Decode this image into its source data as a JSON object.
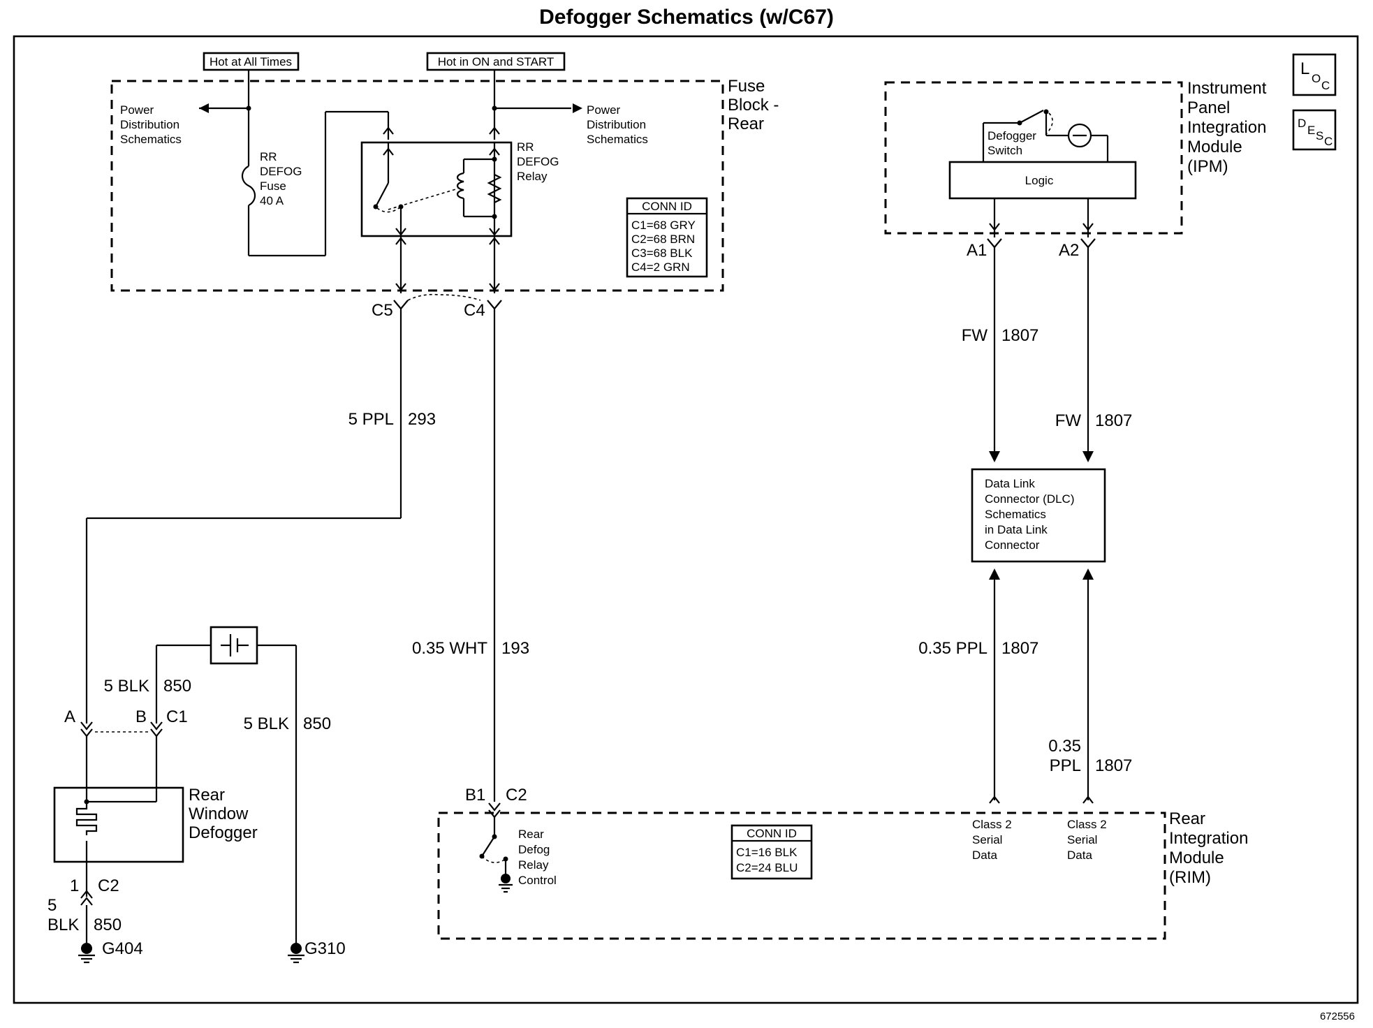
{
  "title": "Defogger Schematics (w/C67)",
  "figure_number": "672556",
  "icons": {
    "loc_main": "L",
    "loc_sub": "O",
    "loc_sub2": "C",
    "desc_main": "D",
    "desc_sub": "E",
    "desc_sub2": "S",
    "desc_sub3": "C"
  },
  "fuse_block": {
    "label_lines": [
      "Fuse",
      "Block -",
      "Rear"
    ],
    "hot_at_all_times": "Hot at All Times",
    "hot_in_on_start": "Hot in ON and START",
    "power_dist_left": [
      "Power",
      "Distribution",
      "Schematics"
    ],
    "power_dist_right": [
      "Power",
      "Distribution",
      "Schematics"
    ],
    "fuse_label": [
      "RR",
      "DEFOG",
      "Fuse",
      "40 A"
    ],
    "relay_label": [
      "RR",
      "DEFOG",
      "Relay"
    ],
    "conn_id_title": "CONN ID",
    "conn_id_rows": [
      "C1=68 GRY",
      "C2=68 BRN",
      "C3=68 BLK",
      "C4=2 GRN"
    ],
    "c5": "C5",
    "c4": "C4"
  },
  "ipm": {
    "label_lines": [
      "Instrument",
      "Panel",
      "Integration",
      "Module",
      "(IPM)"
    ],
    "switch_label": [
      "Defogger",
      "Switch"
    ],
    "logic_label": "Logic",
    "a1": "A1",
    "a2": "A2"
  },
  "wires": {
    "w293_color": "5 PPL",
    "w293_num": "293",
    "w193_color": "0.35 WHT",
    "w193_num": "193",
    "fw1_color": "FW",
    "fw1_num": "1807",
    "fw2_color": "FW",
    "fw2_num": "1807",
    "ppl1_color": "0.35 PPL",
    "ppl1_num": "1807",
    "ppl2_color_a": "0.35",
    "ppl2_color_b": "PPL",
    "ppl2_num": "1807",
    "blk850a_color": "5 BLK",
    "blk850a_num": "850",
    "blk850b_color": "5 BLK",
    "blk850b_num": "850",
    "blk850c_color_a": "5",
    "blk850c_color_b": "BLK",
    "blk850c_num": "850"
  },
  "dlc": {
    "label_lines": [
      "Data Link",
      "Connector (DLC)",
      "Schematics",
      "in Data Link",
      "Connector"
    ]
  },
  "defogger": {
    "label_lines": [
      "Rear",
      "Window",
      "Defogger"
    ],
    "pin_a": "A",
    "pin_b": "B",
    "c1": "C1",
    "pin_1": "1",
    "c2": "C2"
  },
  "grounds": {
    "g404": "G404",
    "g310": "G310"
  },
  "rim": {
    "label_lines": [
      "Rear",
      "Integration",
      "Module",
      "(RIM)"
    ],
    "b1": "B1",
    "c2": "C2",
    "relay_control": [
      "Rear",
      "Defog",
      "Relay",
      "Control"
    ],
    "class2_left": [
      "Class 2",
      "Serial",
      "Data"
    ],
    "class2_right": [
      "Class 2",
      "Serial",
      "Data"
    ],
    "conn_id_title": "CONN ID",
    "conn_id_rows": [
      "C1=16 BLK",
      "C2=24 BLU"
    ]
  }
}
